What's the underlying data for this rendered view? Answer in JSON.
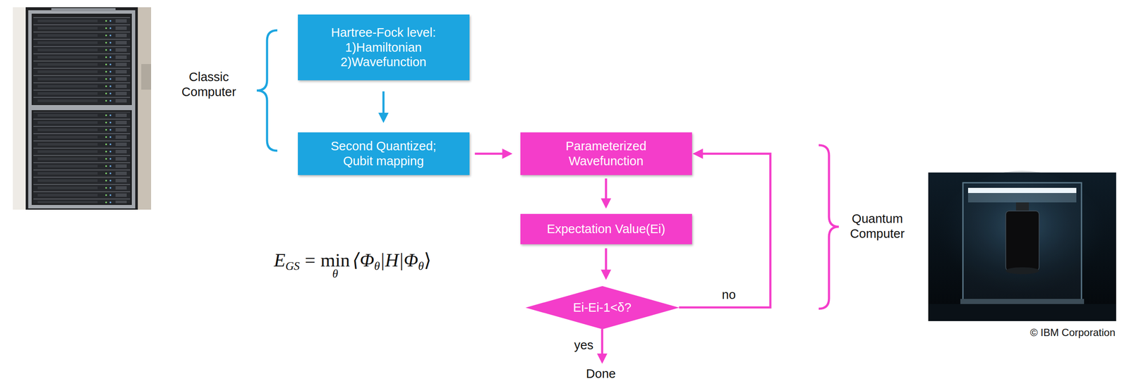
{
  "diagram": {
    "nodes": [
      {
        "text": [
          "Hartree-Fock level: 1)Hamiltonian 2)Wavefunction"
        ]
      },
      {
        "text": [
          "Second Quantized; Qubit mapping"
        ]
      },
      {
        "text": [
          "Parameterized Wavefunction"
        ]
      },
      {
        "text": [
          "Expectation Value(Ei)"
        ]
      },
      {
        "text": [
          "Ei-Ei-1<δ?"
        ]
      },
      {
        "text": [
          "Done"
        ]
      }
    ],
    "edges": [
      {
        "from": 0,
        "to": 1,
        "arrow": "to"
      },
      {
        "from": 1,
        "to": 2,
        "arrow": "to"
      },
      {
        "from": 2,
        "to": 3,
        "arrow": "to"
      },
      {
        "from": 3,
        "to": 4,
        "arrow": "to"
      },
      {
        "from": 4,
        "to": 2,
        "label": "no",
        "arrow": "to"
      },
      {
        "from": 4,
        "to": 5,
        "label": "yes",
        "arrow": "to"
      }
    ],
    "labels": [
      "Classic Computer",
      "Quantum Computer",
      "© IBM Corporation",
      "E",
      "GS",
      "=",
      "min",
      "θ",
      "⟨Φ",
      "θ",
      "|H|Φ",
      "θ",
      "⟩"
    ]
  }
}
